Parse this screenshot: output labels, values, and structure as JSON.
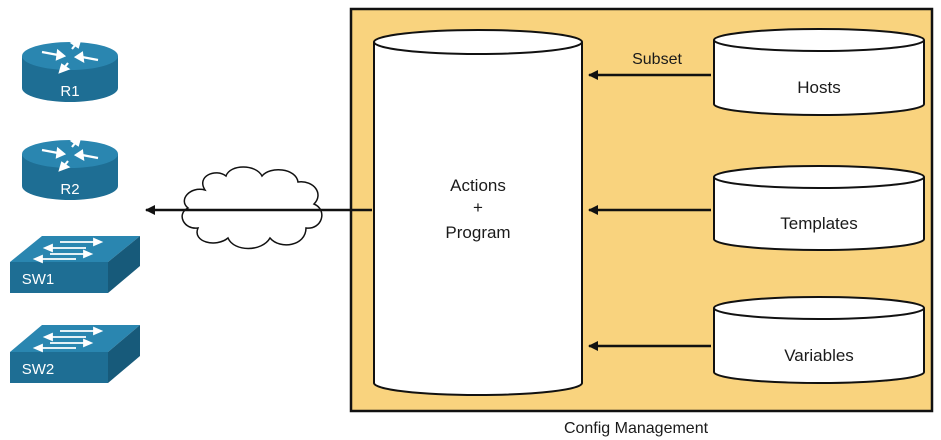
{
  "diagram": {
    "devices": {
      "r1": "R1",
      "r2": "R2",
      "sw1": "SW1",
      "sw2": "SW2"
    },
    "main_db": {
      "line1": "Actions",
      "line2": "+",
      "line3": "Program"
    },
    "sources": {
      "hosts": "Hosts",
      "templates": "Templates",
      "variables": "Variables"
    },
    "arrow_label": "Subset",
    "box_caption": "Config Management",
    "colors": {
      "box_fill": "#f9d37e",
      "device_blue": "#1e6e94",
      "device_top": "#2a86b0",
      "stroke": "#111111"
    }
  }
}
